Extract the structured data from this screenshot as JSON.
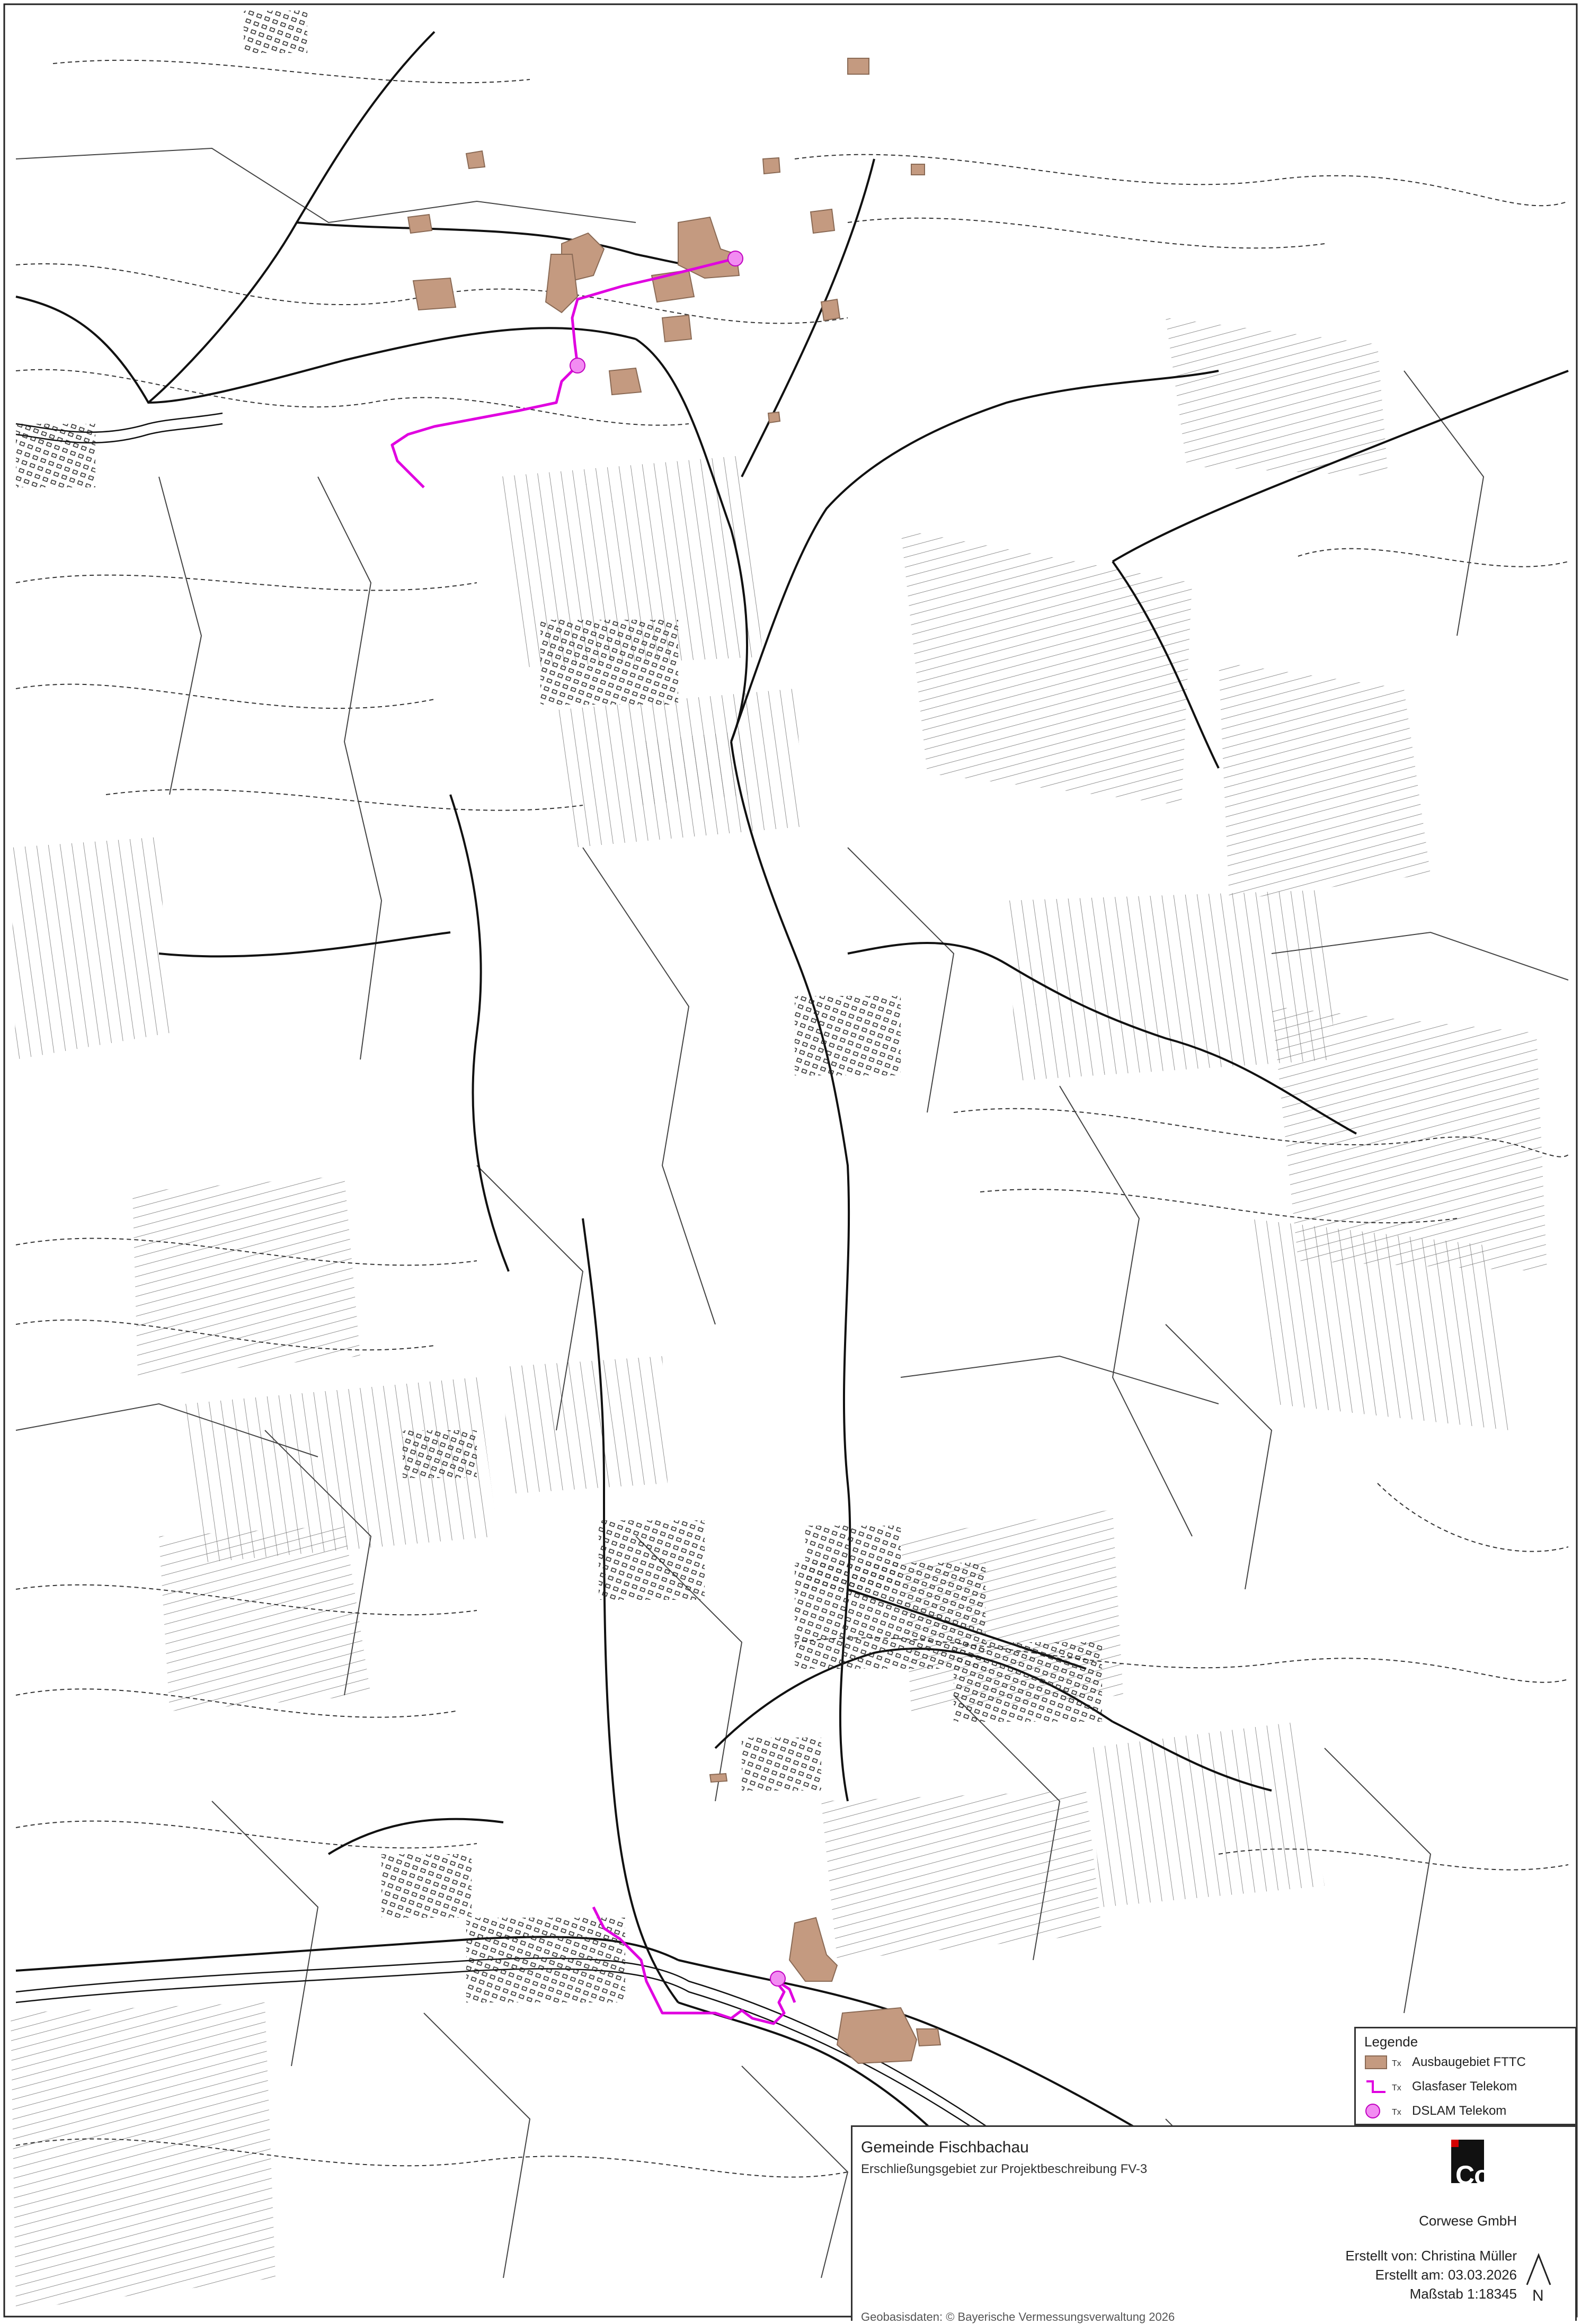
{
  "legend": {
    "title": "Legende",
    "tx_mark": "Tx",
    "items": [
      {
        "label": "Ausbaugebiet FTTC",
        "symbol": "area",
        "color": "#c49a80"
      },
      {
        "label": "Glasfaser Telekom",
        "symbol": "line",
        "color": "#e000e0"
      },
      {
        "label": "DSLAM Telekom",
        "symbol": "point",
        "color": "#f28cf2"
      }
    ]
  },
  "title_block": {
    "municipality": "Gemeinde Fischbachau",
    "subtitle": "Erschließungsgebiet zur Projektbeschreibung FV-3",
    "logo_text": "Corwese",
    "company": "Corwese GmbH",
    "created_by": "Erstellt von: Christina Müller",
    "created_on": "Erstellt am: 03.03.2026",
    "scale": "Maßstab 1:18345",
    "north_label": "N",
    "source": "Geobasisdaten: © Bayerische Vermessungsverwaltung 2026"
  },
  "colors": {
    "fttc_fill": "#c49a80",
    "fttc_stroke": "#8a6a55",
    "fiber": "#e000e0",
    "dslam": "#f28cf2",
    "road": "#111111",
    "parcel": "#444444"
  }
}
